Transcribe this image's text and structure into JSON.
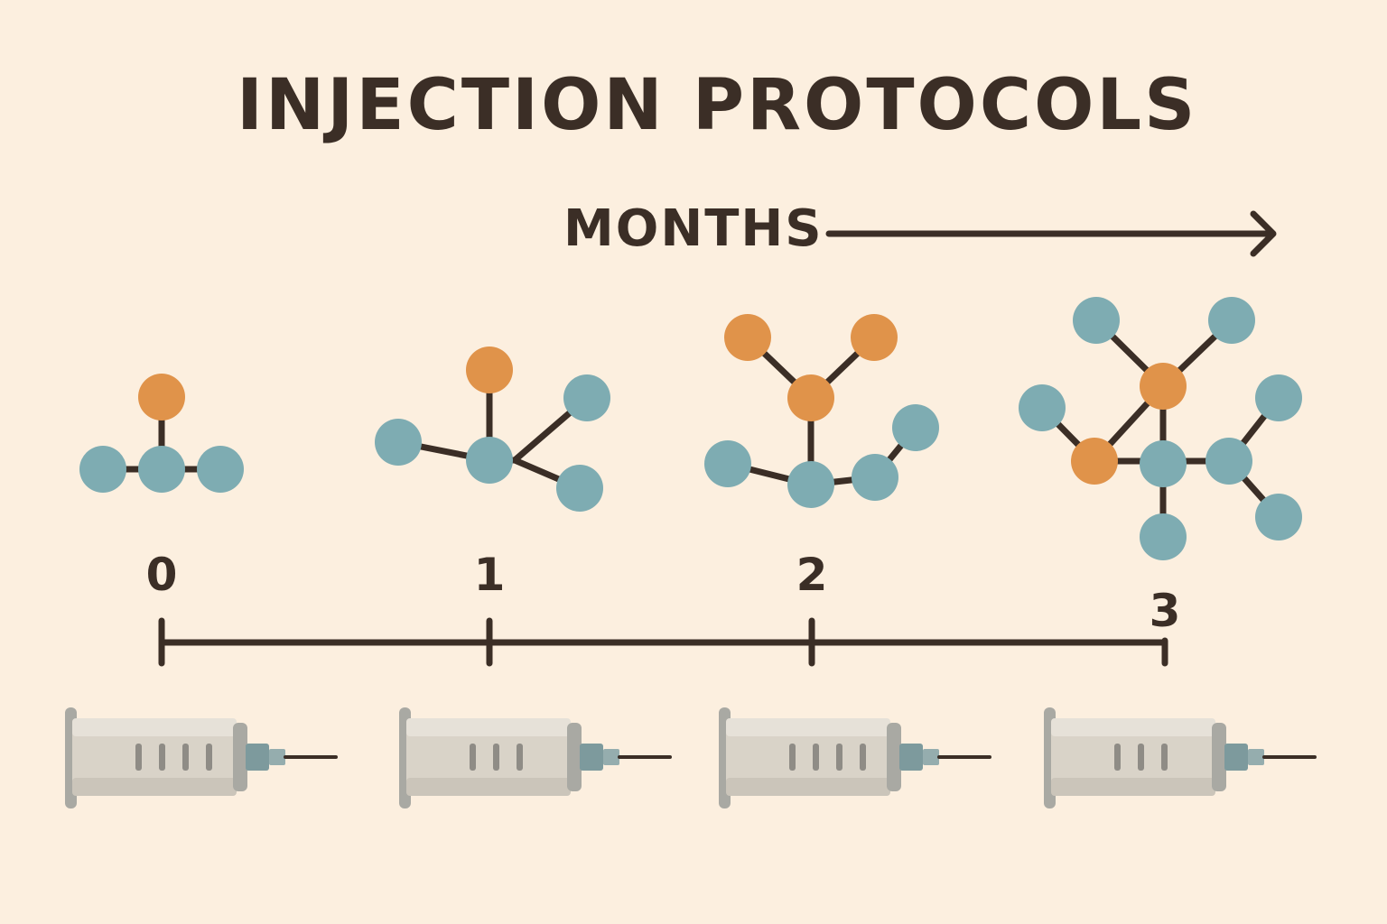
{
  "title": "INJECTION PROTOCOLS",
  "axis_label": "MONTHS",
  "timeline": {
    "ticks": [
      "0",
      "1",
      "2",
      "3"
    ]
  },
  "colors": {
    "background": "#fcefdf",
    "ink": "#3b2e26",
    "orange_node": "#e0934a",
    "teal_node": "#7eacb2",
    "syringe_barrel": "#d9d3c8",
    "syringe_frame": "#a9a9a3",
    "needle_hub": "#7d9a9d"
  },
  "icons": [
    "molecule-icon",
    "syringe-icon",
    "arrow-right-icon"
  ]
}
